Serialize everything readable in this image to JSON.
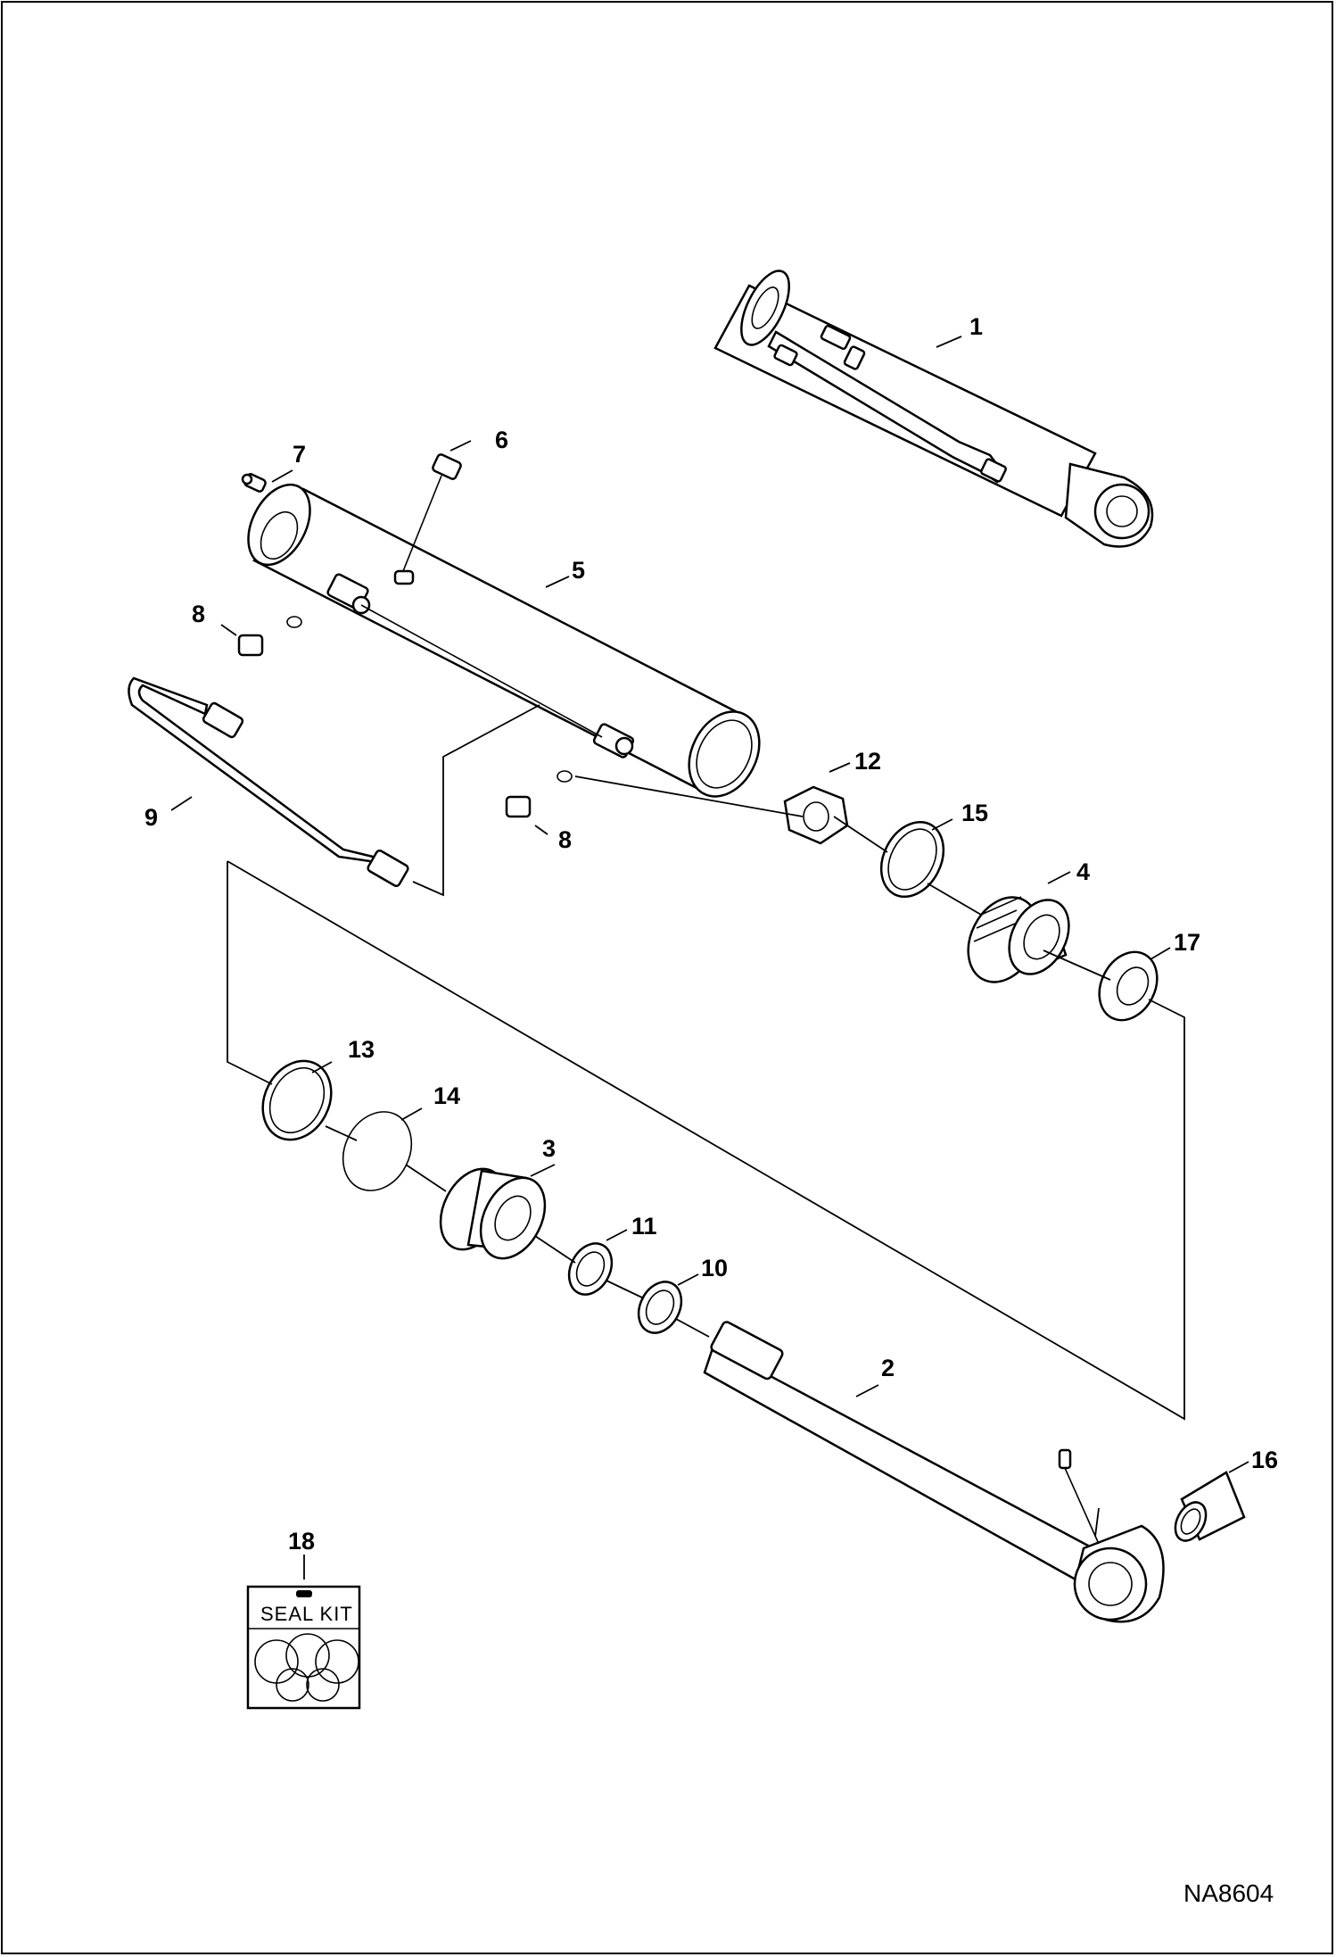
{
  "drawing": {
    "document_id": "NA8604",
    "seal_kit_label": "SEAL KIT"
  },
  "callouts": [
    {
      "id": "c1",
      "text": "1"
    },
    {
      "id": "c2",
      "text": "2"
    },
    {
      "id": "c3",
      "text": "3"
    },
    {
      "id": "c4",
      "text": "4"
    },
    {
      "id": "c5",
      "text": "5"
    },
    {
      "id": "c6",
      "text": "6"
    },
    {
      "id": "c7",
      "text": "7"
    },
    {
      "id": "c8a",
      "text": "8"
    },
    {
      "id": "c8b",
      "text": "8"
    },
    {
      "id": "c9",
      "text": "9"
    },
    {
      "id": "c10",
      "text": "10"
    },
    {
      "id": "c11",
      "text": "11"
    },
    {
      "id": "c12",
      "text": "12"
    },
    {
      "id": "c13",
      "text": "13"
    },
    {
      "id": "c14",
      "text": "14"
    },
    {
      "id": "c15",
      "text": "15"
    },
    {
      "id": "c16",
      "text": "16"
    },
    {
      "id": "c17",
      "text": "17"
    },
    {
      "id": "c18",
      "text": "18"
    }
  ]
}
